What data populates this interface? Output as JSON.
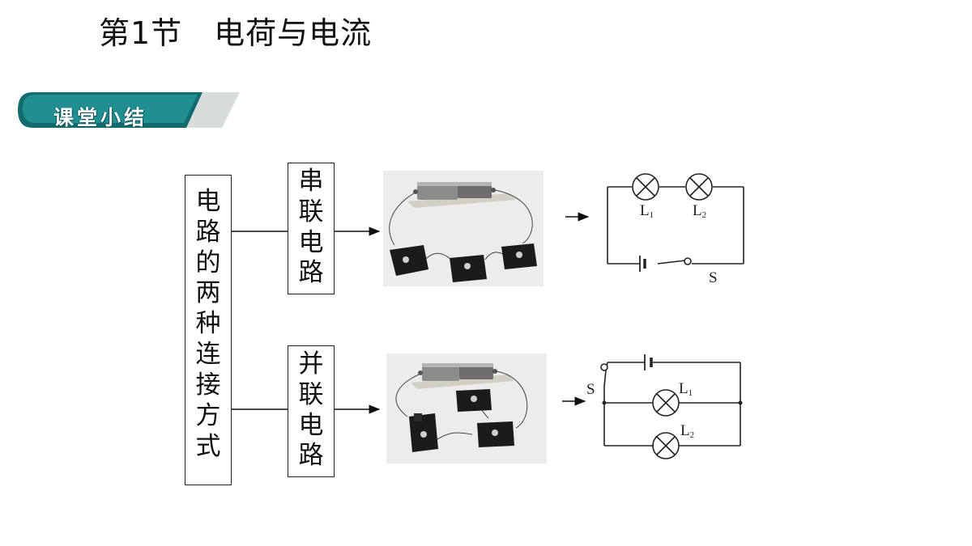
{
  "header": {
    "title": "第1节　电荷与电流"
  },
  "section_badge": {
    "label": "课堂小结",
    "colors": {
      "dark": "#136b6e",
      "teal": "#1f8f92",
      "light": "#d8dcdc"
    }
  },
  "main": {
    "topic": "电路的两种连接方式",
    "series": {
      "label": "串联电路"
    },
    "parallel": {
      "label": "并联电路"
    }
  },
  "circuit_series": {
    "lamp1": "L",
    "lamp1_sub": "1",
    "lamp2": "L",
    "lamp2_sub": "2",
    "switch": "S"
  },
  "circuit_parallel": {
    "lamp1": "L",
    "lamp1_sub": "1",
    "lamp2": "L",
    "lamp2_sub": "2",
    "switch": "S"
  }
}
